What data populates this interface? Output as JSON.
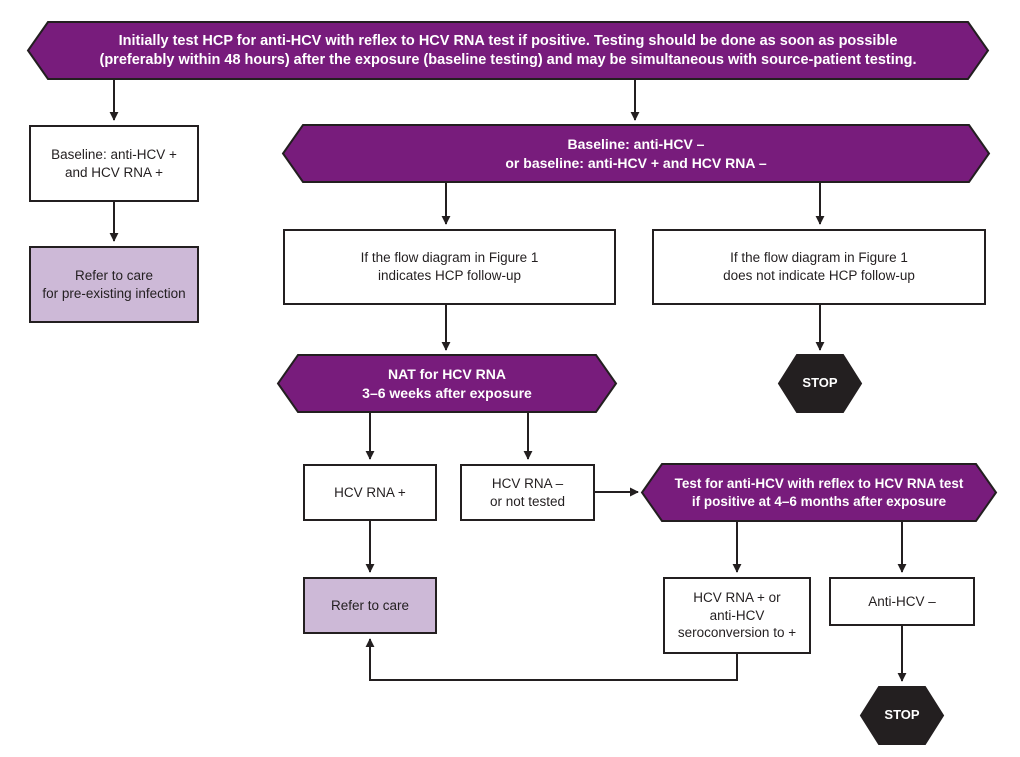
{
  "colors": {
    "decision_fill": "#781c7c",
    "stop_fill": "#231f20",
    "care_fill": "#cdb9d7",
    "stroke": "#231f20",
    "box_fill": "#ffffff"
  },
  "nodes": {
    "initial_test": "Initially test HCP for anti-HCV with reflex to HCV RNA test if positive. Testing should be done as soon as possible\n(preferably within 48 hours) after the exposure (baseline testing) and may be simultaneous with source-patient testing.",
    "baseline_positive": "Baseline: anti-HCV +\nand HCV RNA +",
    "refer_preexisting": "Refer to care\nfor pre-existing infection",
    "baseline_negative": "Baseline: anti-HCV –\nor baseline: anti-HCV + and HCV RNA –",
    "followup_indicated": "If the flow diagram in Figure 1\nindicates HCP follow-up",
    "followup_not_indicated": "If the flow diagram in Figure 1\ndoes not indicate HCP follow-up",
    "nat_test": "NAT for HCV RNA\n3–6 weeks after exposure",
    "stop_1": "STOP",
    "rna_positive": "HCV RNA +",
    "rna_negative": "HCV RNA –\nor not tested",
    "antihcv_test": "Test for anti-HCV with reflex to HCV RNA test\nif positive at 4–6 months after exposure",
    "refer_care": "Refer to care",
    "seroconversion": "HCV RNA + or\nanti-HCV\nseroconversion to +",
    "antihcv_negative": "Anti-HCV –",
    "stop_2": "STOP"
  }
}
